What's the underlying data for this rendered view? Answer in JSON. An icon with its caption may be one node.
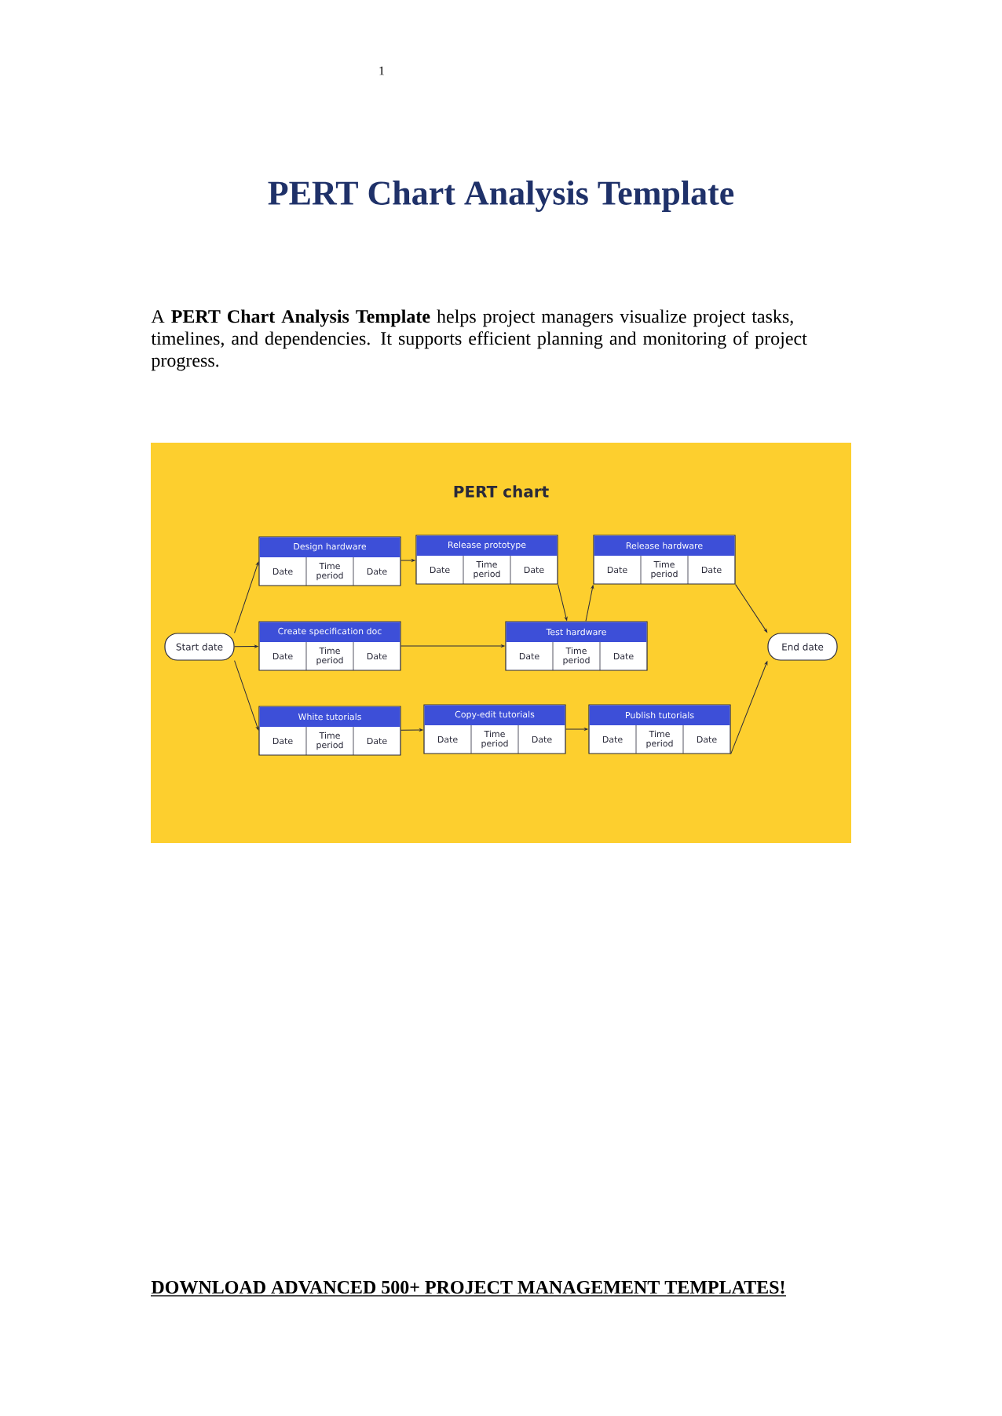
{
  "diagram": {
    "title": "PERT Chart Analysis Template",
    "nodes": [
      {
        "text": [
          "Start date"
        ]
      },
      {
        "text": [
          "Design hardware",
          "Date",
          "Time period",
          "Date"
        ]
      },
      {
        "text": [
          "Release prototype",
          "Date",
          "Time period",
          "Date"
        ]
      },
      {
        "text": [
          "Release hardware",
          "Date",
          "Time period",
          "Date"
        ]
      },
      {
        "text": [
          "Create specification doc",
          "Date",
          "Time period",
          "Date"
        ]
      },
      {
        "text": [
          "Test hardware",
          "Date",
          "Time period",
          "Date"
        ]
      },
      {
        "text": [
          "End date"
        ]
      },
      {
        "text": [
          "White tutorials",
          "Date",
          "Time period",
          "Date"
        ]
      },
      {
        "text": [
          "Copy-edit tutorials",
          "Date",
          "Time period",
          "Date"
        ]
      },
      {
        "text": [
          "Publish tutorials",
          "Date",
          "Time period",
          "Date"
        ]
      }
    ],
    "edges": [
      {
        "from": 0,
        "to": 1,
        "arrow": "to"
      },
      {
        "from": 0,
        "to": 4,
        "arrow": "to"
      },
      {
        "from": 0,
        "to": 7,
        "arrow": "to"
      },
      {
        "from": 1,
        "to": 2,
        "arrow": "to"
      },
      {
        "from": 2,
        "to": 5,
        "arrow": "to"
      },
      {
        "from": 5,
        "to": 3,
        "arrow": "to"
      },
      {
        "from": 4,
        "to": 5,
        "arrow": "to"
      },
      {
        "from": 3,
        "to": 6,
        "arrow": "to"
      },
      {
        "from": 7,
        "to": 8,
        "arrow": "to"
      },
      {
        "from": 8,
        "to": 9,
        "arrow": "to"
      },
      {
        "from": 9,
        "to": 6,
        "arrow": "to"
      }
    ],
    "labels": [
      "1",
      "A **PERT Chart Analysis Template** helps project managers visualize project tasks, timelines, and dependencies. It supports efficient planning and monitoring of project progress.",
      "PERT chart",
      "DOWNLOAD ADVANCED 500+ PROJECT MANAGEMENT TEMPLATES!"
    ]
  }
}
